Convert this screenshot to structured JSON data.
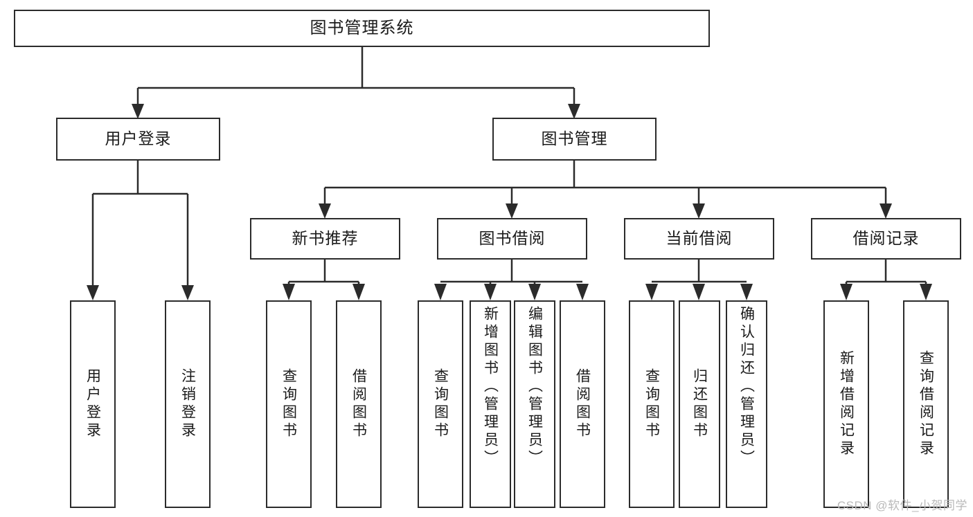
{
  "diagram": {
    "title_node": {
      "label": "图书管理系统"
    },
    "level2": [
      {
        "id": "user-login",
        "label": "用户登录"
      },
      {
        "id": "book-management",
        "label": "图书管理"
      }
    ],
    "level3": [
      {
        "id": "new-book-recommend",
        "label": "新书推荐"
      },
      {
        "id": "book-borrow",
        "label": "图书借阅"
      },
      {
        "id": "current-borrow",
        "label": "当前借阅"
      },
      {
        "id": "borrow-record",
        "label": "借阅记录"
      }
    ],
    "leaves": [
      {
        "id": "leaf-user-login",
        "label": "用户登录"
      },
      {
        "id": "leaf-logout-login",
        "label": "注销登录"
      },
      {
        "id": "leaf-query-book-1",
        "label": "查询图书"
      },
      {
        "id": "leaf-borrow-book-1",
        "label": "借阅图书"
      },
      {
        "id": "leaf-query-book-2",
        "label": "查询图书"
      },
      {
        "id": "leaf-add-book-admin",
        "label": "新增图书（管理员）"
      },
      {
        "id": "leaf-edit-book-admin",
        "label": "编辑图书（管理员）"
      },
      {
        "id": "leaf-borrow-book-2",
        "label": "借阅图书"
      },
      {
        "id": "leaf-query-book-3",
        "label": "查询图书"
      },
      {
        "id": "leaf-return-book",
        "label": "归还图书"
      },
      {
        "id": "leaf-confirm-return-admin",
        "label": "确认归还（管理员）"
      },
      {
        "id": "leaf-add-borrow-record",
        "label": "新增借阅记录"
      },
      {
        "id": "leaf-query-borrow-record",
        "label": "查询借阅记录"
      }
    ],
    "watermark": "CSDN @软件_小贺同学",
    "colors": {
      "stroke": "#2b2b2b",
      "text": "#1a1a1a",
      "background": "#ffffff",
      "watermark": "#b9b9b9"
    }
  }
}
